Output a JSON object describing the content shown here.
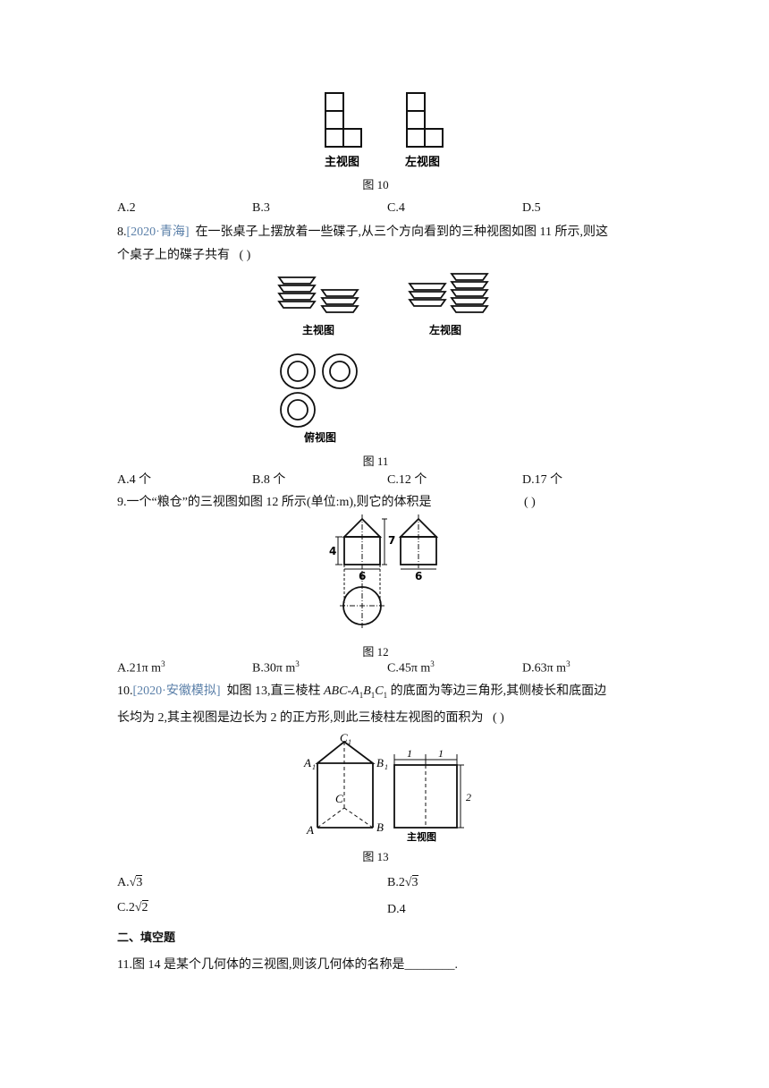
{
  "fig10": {
    "caption": "图 10",
    "front_label": "主视图",
    "left_label": "左视图"
  },
  "q7_options": {
    "a": "A.2",
    "b": "B.3",
    "c": "C.4",
    "d": "D.5"
  },
  "q8": {
    "number": "8.",
    "source": "[2020·青海]",
    "text1": "在一张桌子上摆放着一些碟子,从三个方向看到的三种视图如图 11 所示,则这",
    "text2": "个桌子上的碟子共有",
    "paren": "(        )"
  },
  "fig11": {
    "caption": "图 11",
    "front_label": "主视图",
    "left_label": "左视图",
    "top_label": "俯视图"
  },
  "q8_options": {
    "a": "A.4 个",
    "b": "B.8 个",
    "c": "C.12 个",
    "d": "D.17 个"
  },
  "q9": {
    "text": "9.一个“粮仓”的三视图如图 12 所示(单位:m),则它的体积是",
    "paren": "(        )"
  },
  "fig12": {
    "caption": "图 12",
    "dim_height": "4",
    "dim_total": "7",
    "dim_width_front": "6",
    "dim_width_side": "6"
  },
  "q9_options": {
    "a": "A.21π m",
    "b": "B.30π m",
    "c": "C.45π m",
    "d": "D.63π m",
    "exp": "3"
  },
  "q10": {
    "number": "10.",
    "source": "[2020·安徽模拟]",
    "text1a": "如图 13,直三棱柱 ",
    "text1b": "的底面为等边三角形,其侧棱长和底面边",
    "text2": "长均为 2,其主视图是边长为 2 的正方形,则此三棱柱左视图的面积为",
    "paren": "(        )"
  },
  "fig13": {
    "caption": "图 13",
    "front_label": "主视图",
    "dim_left": "1",
    "dim_right": "1",
    "dim_height": "2"
  },
  "q10_options": {
    "a_prefix": "A.",
    "a_rad": "3",
    "b_prefix": "B.2",
    "b_rad": "3",
    "c_prefix": "C.2",
    "c_rad": "2",
    "d": "D.4"
  },
  "section2": {
    "title": "二、填空题"
  },
  "q11": {
    "text": "11.图 14 是某个几何体的三视图,则该几何体的名称是________."
  }
}
